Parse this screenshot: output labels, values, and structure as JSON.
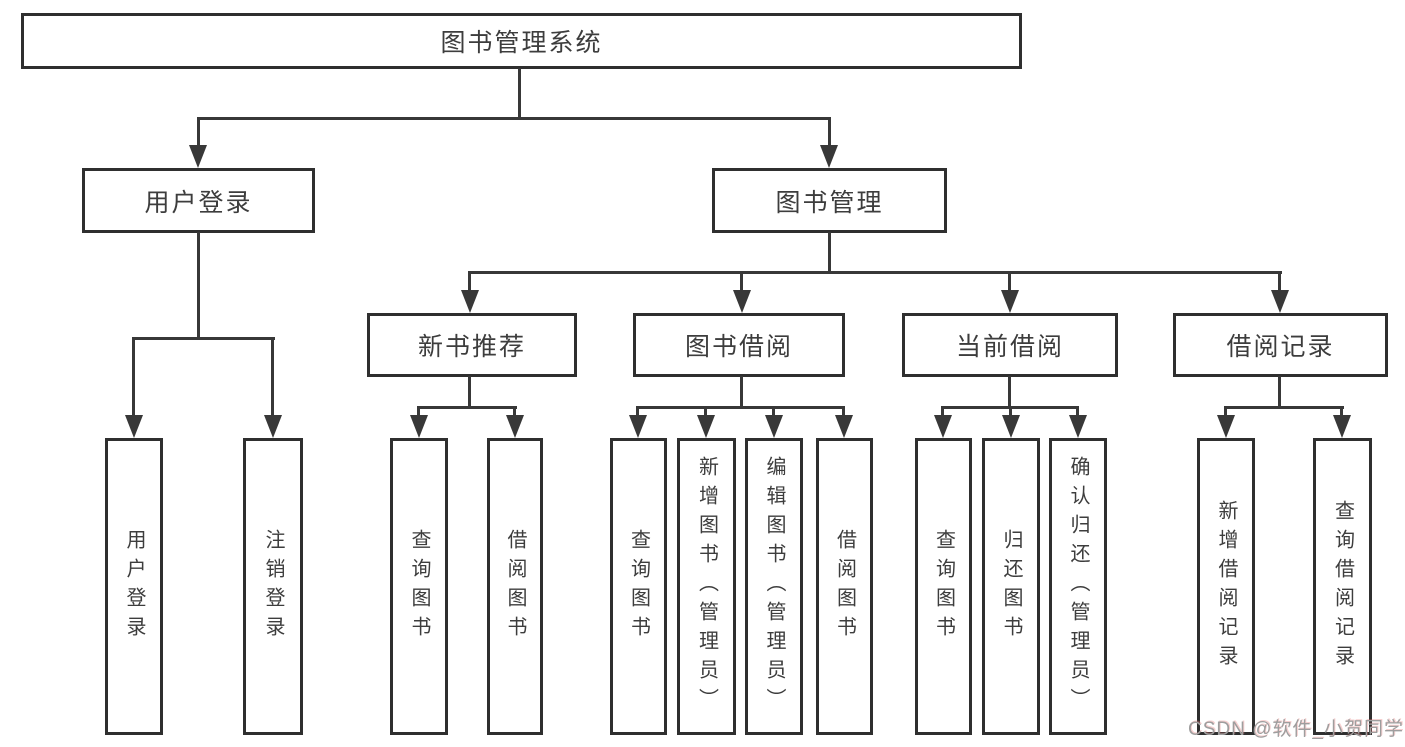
{
  "hierarchy": {
    "label": "图书管理系统",
    "children": [
      {
        "label": "用户登录",
        "children": [
          {
            "label": "用户登录"
          },
          {
            "label": "注销登录"
          }
        ]
      },
      {
        "label": "图书管理",
        "children": [
          {
            "label": "新书推荐",
            "children": [
              {
                "label": "查询图书"
              },
              {
                "label": "借阅图书"
              }
            ]
          },
          {
            "label": "图书借阅",
            "children": [
              {
                "label": "查询图书"
              },
              {
                "label": "新增图书（管理员）"
              },
              {
                "label": "编辑图书（管理员）"
              },
              {
                "label": "借阅图书"
              }
            ]
          },
          {
            "label": "当前借阅",
            "children": [
              {
                "label": "查询图书"
              },
              {
                "label": "归还图书"
              },
              {
                "label": "确认归还（管理员）"
              }
            ]
          },
          {
            "label": "借阅记录",
            "children": [
              {
                "label": "新增借阅记录"
              },
              {
                "label": "查询借阅记录"
              }
            ]
          }
        ]
      }
    ]
  },
  "watermark": {
    "text": "CSDN @软件_小贺同学"
  },
  "colors": {
    "background": "#ffffff",
    "box_border": "#2f2f2f",
    "line": "#383838",
    "text": "#3d3d3d",
    "watermark": "#9e9e9e"
  }
}
